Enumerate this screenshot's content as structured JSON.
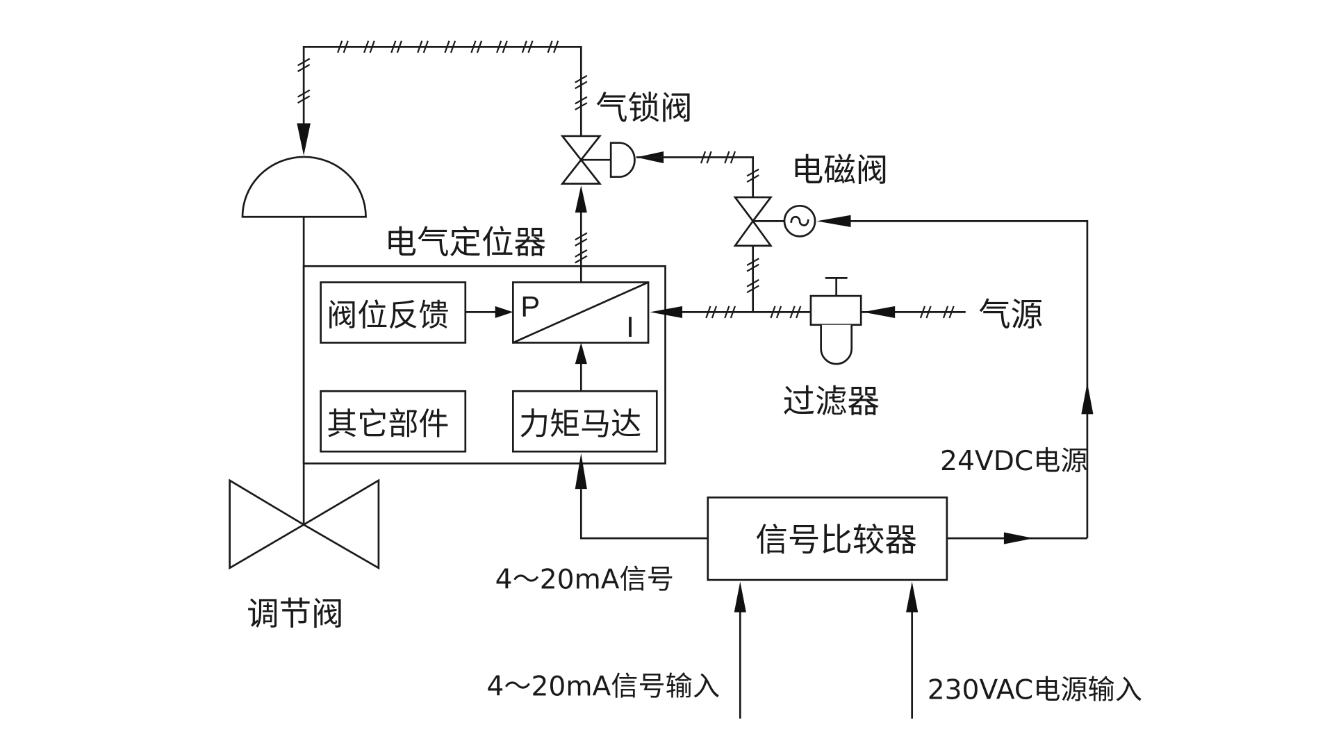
{
  "diagram": {
    "title": "电气定位器控制回路示意图",
    "colors": {
      "line": "#1a1a1a",
      "background": "#ffffff"
    },
    "labels": {
      "air_lock_valve": "气锁阀",
      "solenoid_valve": "电磁阀",
      "positioner": "电气定位器",
      "valve_feedback": "阀位反馈",
      "pi_p": "P",
      "pi_i": "I",
      "other_parts": "其它部件",
      "torque_motor": "力矩马达",
      "filter": "过滤器",
      "air_source": "气源",
      "dc_power": "24VDC电源",
      "signal_comparator": "信号比较器",
      "signal_4_20": "4～20mA信号",
      "control_valve": "调节阀",
      "signal_input": "4～20mA信号输入",
      "ac_power_input": "230VAC电源输入"
    },
    "connections": [
      {
        "from": "气源",
        "to": "过滤器",
        "type": "pneumatic"
      },
      {
        "from": "过滤器",
        "to": "P/I转换器",
        "type": "pneumatic"
      },
      {
        "from": "过滤器",
        "to": "电磁阀",
        "type": "pneumatic"
      },
      {
        "from": "电磁阀",
        "to": "气锁阀",
        "type": "pneumatic"
      },
      {
        "from": "P/I转换器",
        "to": "气锁阀",
        "type": "pneumatic"
      },
      {
        "from": "气锁阀",
        "to": "调节阀执行机构",
        "type": "pneumatic"
      },
      {
        "from": "阀位反馈",
        "to": "P/I转换器",
        "type": "signal"
      },
      {
        "from": "力矩马达",
        "to": "P/I转换器",
        "type": "signal"
      },
      {
        "from": "信号比较器",
        "to": "力矩马达",
        "type": "signal",
        "label": "4～20mA信号"
      },
      {
        "from": "信号比较器",
        "to": "电磁阀",
        "type": "electric",
        "label": "24VDC电源"
      },
      {
        "from": "4～20mA信号输入",
        "to": "信号比较器",
        "type": "signal"
      },
      {
        "from": "230VAC电源输入",
        "to": "信号比较器",
        "type": "electric"
      }
    ]
  }
}
